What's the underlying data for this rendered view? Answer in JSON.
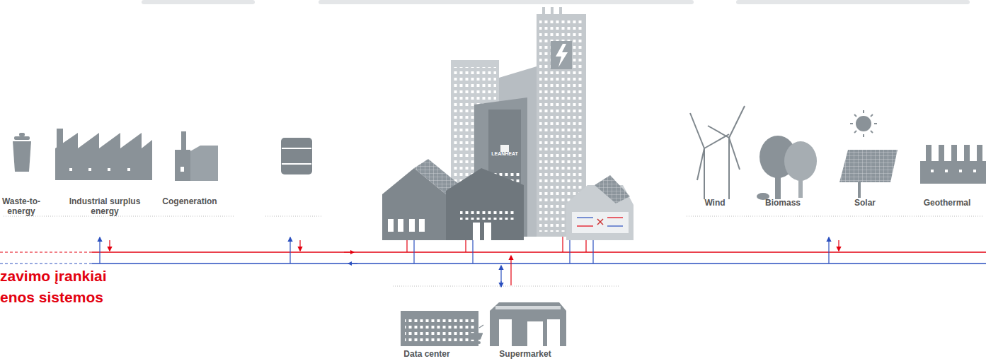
{
  "diagram": {
    "labels": [
      "Waste-to-energy",
      "Industrial surplus energy",
      "Cogeneration",
      "LEANHEAT",
      "Wind",
      "Biomass",
      "Solar",
      "Geothermal",
      "zavimo įrankiai",
      "enos sistemos",
      "Data center",
      "Supermarket"
    ]
  }
}
